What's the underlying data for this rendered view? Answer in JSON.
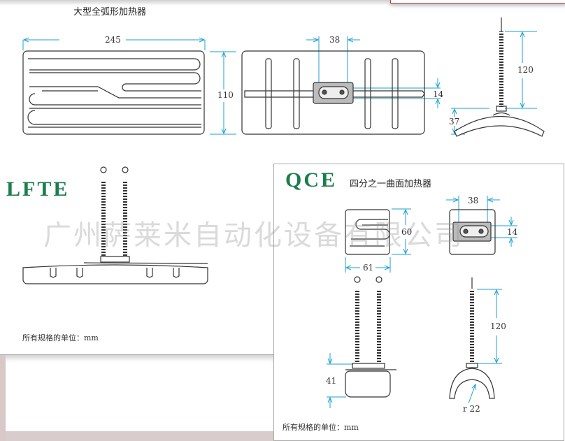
{
  "top": {
    "title": "大型全弧形加热器",
    "dims": {
      "length": "245",
      "width": "110",
      "connector": "38",
      "connector_h": "14",
      "wire": "120",
      "height": "37"
    }
  },
  "lfte": {
    "brand": "LFTE",
    "footer": "所有规格的单位：mm"
  },
  "qce": {
    "brand": "QCE",
    "title": "四分之一曲面加热器",
    "dims": {
      "height": "60",
      "width": "61",
      "connector": "38",
      "connector_h": "14",
      "wire": "120",
      "depth": "41",
      "radius": "r 22"
    },
    "footer": "所有规格的单位：mm"
  },
  "watermark": "广州萨莱米自动化设备有限公司",
  "colors": {
    "dimension": "#1aa0d0",
    "brand": "#1a7d4c"
  }
}
